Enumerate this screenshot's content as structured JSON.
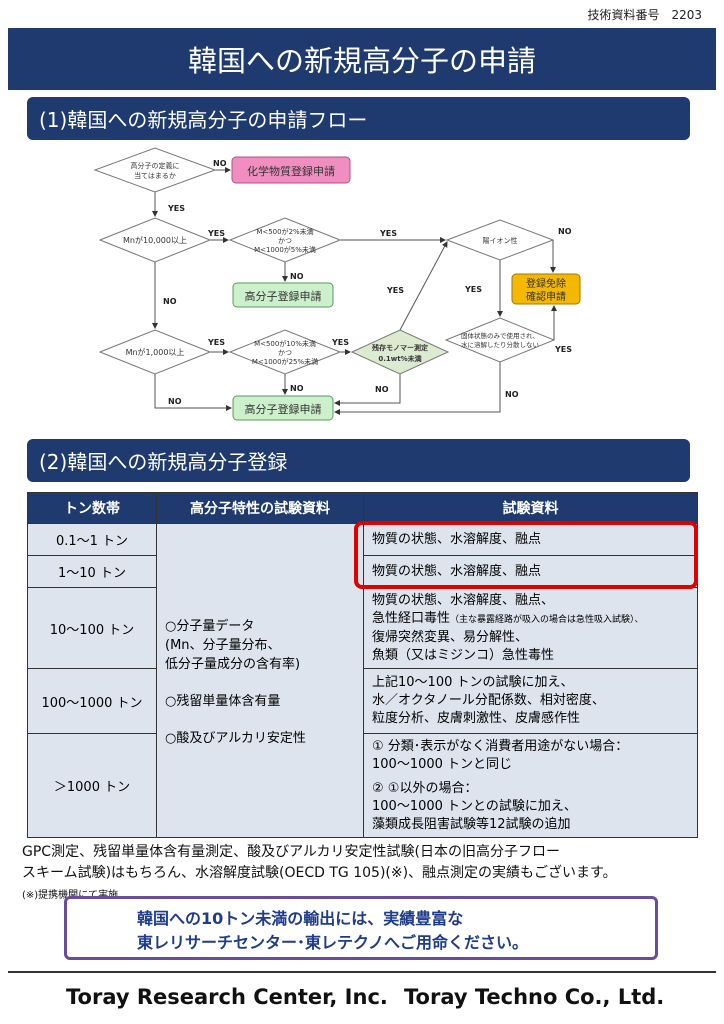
{
  "doc_number": "技術資料番号　2203",
  "title": "韓国への新規高分子の申請",
  "section1": "(1)韓国への新規高分子の申請フロー",
  "section2": "(2)韓国への新規高分子登録",
  "flow": {
    "d1a": "高分子の定義に",
    "d1b": "当てはまるか",
    "pink": "化学物質登録申請",
    "d2": "Mnが10,000以上",
    "d3a": "M<500が2%未満",
    "d3b": "かつ",
    "d3c": "M<1000が5%未満",
    "green1": "高分子登録申請",
    "d4": "Mnが1,000以上",
    "d5a": "M<500が10%未満",
    "d5b": "かつ",
    "d5c": "M<1000が25%未満",
    "d6a": "残存モノマー測定",
    "d6b": "0.1wt%未満",
    "green2": "高分子登録申請",
    "d7": "陽イオン性",
    "orange_a": "登録免除",
    "orange_b": "確認申請",
    "d8a": "固体状態のみで使用され、",
    "d8b": "水に溶解したり分散しない",
    "yes": "YES",
    "no": "NO"
  },
  "table": {
    "headers": [
      "トン数帯",
      "高分子特性の試験資料",
      "試験資料"
    ],
    "rows": [
      {
        "band": "0.1～1 トン",
        "tests": "物質の状態、水溶解度、融点"
      },
      {
        "band": "1～10 トン",
        "tests": "物質の状態、水溶解度、融点"
      },
      {
        "band": "10～100 トン",
        "tests1": "物質の状態、水溶解度、融点、",
        "tests2": "急性経口毒性",
        "tests2_small": "（主な暴露経路が吸入の場合は急性吸入試験）、",
        "tests3": "復帰突然変異、易分解性、",
        "tests4": "魚類（又はミジンコ）急性毒性"
      },
      {
        "band": "100～1000 トン",
        "tests1": "上記10～100 トンの試験に加え、",
        "tests2": "水／オクタノール分配係数、相対密度、",
        "tests3": "粒度分析、皮膚刺激性、皮膚感作性"
      },
      {
        "band": "＞1000 トン",
        "tests1": "① 分類･表示がなく消費者用途がない場合：",
        "tests2": "100～1000 トンと同じ",
        "tests3": "② ①以外の場合：",
        "tests4": "100～1000 トンとの試験に加え、",
        "tests5": "藻類成長阻害試験等12試験の追加"
      }
    ],
    "polymer1": "○分子量データ",
    "polymer2": "(Mn、分子量分布、",
    "polymer3": "低分子量成分の含有率)",
    "polymer4": "○残留単量体含有量",
    "polymer5": "○酸及びアルカリ安定性"
  },
  "note1": "GPC測定、残留単量体含有量測定、酸及びアルカリ安定性試験(日本の旧高分子フロー",
  "note2": "スキーム試験)はもちろん、水溶解度試験(OECD TG 105)(※)、融点測定の実績もございます。",
  "note3": "(※)提携機関にて実施",
  "callout1": "韓国への10トン未満の輸出には、実績豊富な",
  "callout2": "東レリサーチセンター･東レテクノへご用命ください。",
  "logo1": "Toray Research Center, Inc.",
  "logo2": "Toray Techno Co., Ltd."
}
